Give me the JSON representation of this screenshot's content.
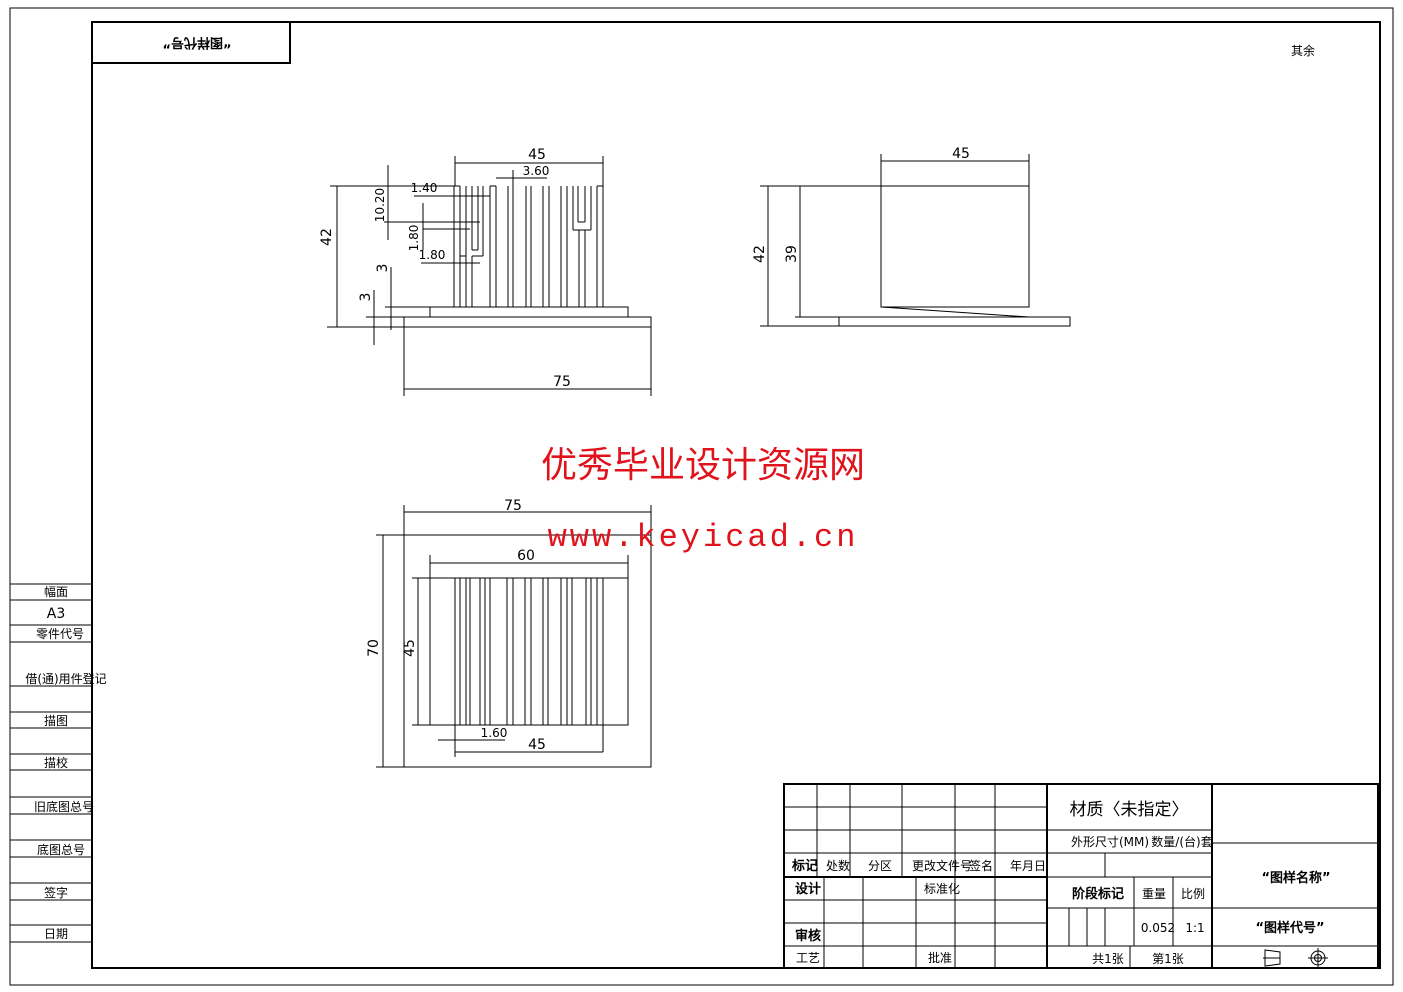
{
  "drawing_code_box": "“图样代号”",
  "roughness_note": "其余",
  "left_column": {
    "items": [
      "幅面",
      "A3",
      "零件代号",
      "借(通)用件登记",
      "描图",
      "描校",
      "旧底图总号",
      "底图总号",
      "签字",
      "日期"
    ]
  },
  "front_view": {
    "dims": [
      "45",
      "3.60",
      "1.40",
      "10.20",
      "1.80",
      "1.80",
      "42",
      "3",
      "3",
      "75"
    ]
  },
  "side_view": {
    "dims": [
      "45",
      "42",
      "39"
    ]
  },
  "top_view": {
    "dims": [
      "75",
      "60",
      "70",
      "45",
      "1.60",
      "45"
    ]
  },
  "watermark": {
    "line1": "优秀毕业设计资源网",
    "line2": "www.keyicad.cn"
  },
  "title_block": {
    "revision_headers": [
      "标记",
      "处数",
      "分区",
      "更改文件号",
      "签名",
      "年月日"
    ],
    "roles": {
      "design": "设计",
      "standardization": "标准化",
      "review": "审核",
      "process": "工艺",
      "approve": "批准"
    },
    "material": "材质〈未指定〉",
    "size_label": "外形尺寸(MM)",
    "quantity_label": "数量/(台)套",
    "stage_label": "阶段标记",
    "weight_label": "重量",
    "scale_label": "比例",
    "weight_value": "0.052",
    "scale_value": "1:1",
    "total_sheets": "共1张",
    "sheet_no": "第1张",
    "drawing_name": "“图样名称”",
    "drawing_code": "“图样代号”"
  }
}
